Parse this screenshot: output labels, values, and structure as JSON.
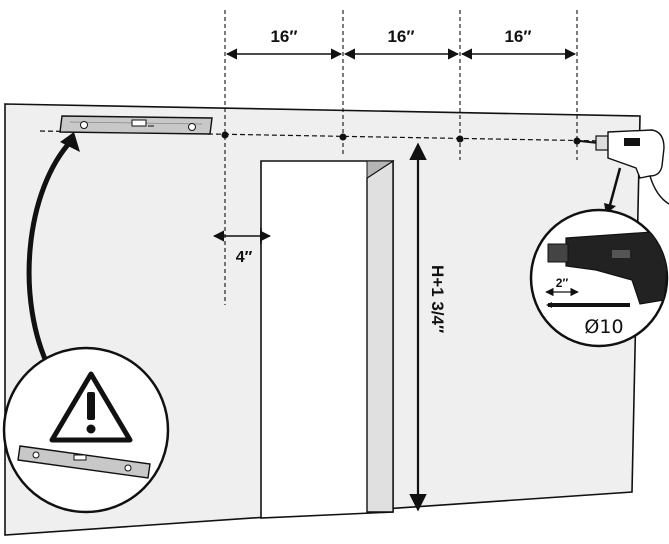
{
  "diagram": {
    "spacing_labels": [
      "16″",
      "16″",
      "16″"
    ],
    "offset_label": "4″",
    "height_label": "H+1 3/4″",
    "drill_callout": {
      "depth_label": "2″",
      "diameter_label": "Ø10"
    },
    "warning_callout": {
      "icon": "warning-triangle-icon",
      "tool": "spirit-level-icon"
    },
    "colors": {
      "wall": "#efefef",
      "line": "#111111",
      "level_body": "#c8c8c8"
    }
  }
}
